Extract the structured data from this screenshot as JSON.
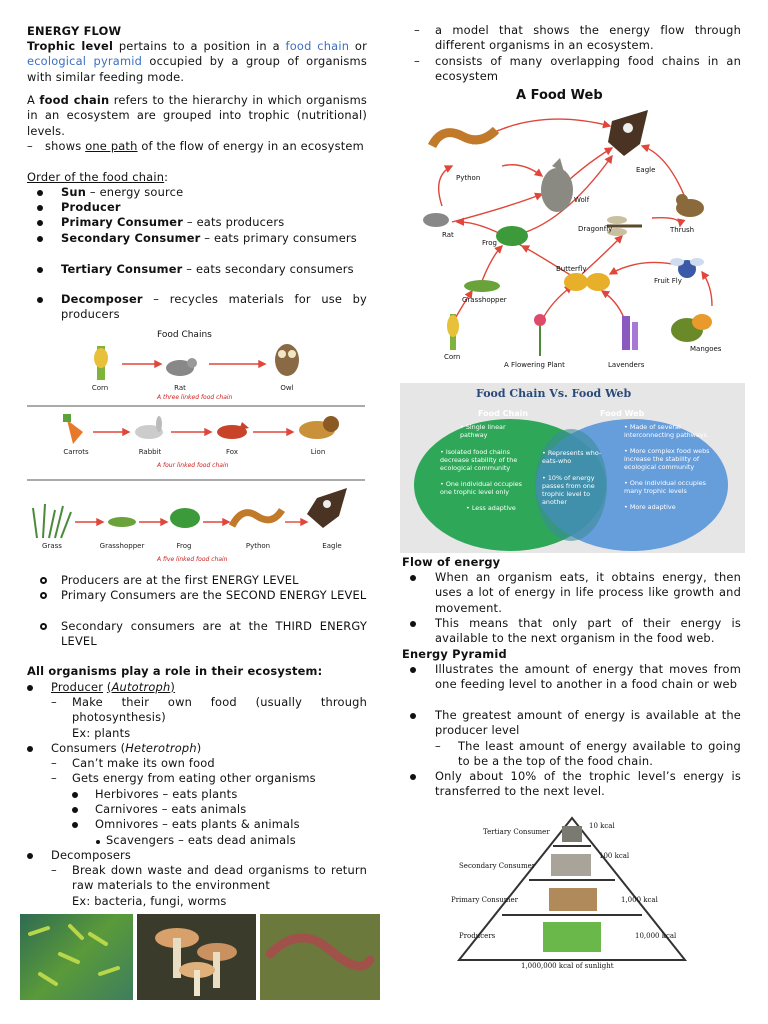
{
  "left": {
    "heading": "ENERGY FLOW",
    "trophic": {
      "term": "Trophic level",
      "p1": " pertains to a position in a ",
      "link1": "food chain",
      "p2": " or ",
      "link2": "ecological pyramid",
      "p3": " occupied by a group of organisms with similar feeding mode."
    },
    "foodchain": {
      "p1": "A ",
      "term": "food chain",
      "p2": " refers to the hierarchy in which organisms in an ecosystem are grouped into trophic (nutritional) levels.",
      "dash_pre": "shows ",
      "dash_u": "one path",
      "dash_post": " of the flow of energy in an ecosystem"
    },
    "order_heading": "Order of the food chain",
    "order_colon": ":",
    "order": [
      {
        "term": "Sun",
        "rest": " – energy source"
      },
      {
        "term": "Producer",
        "rest": ""
      },
      {
        "term": "Primary Consumer",
        "rest": " – eats producers"
      },
      {
        "term": "Secondary Consumer",
        "rest": " – eats primary consumers"
      },
      {
        "term": "Tertiary Consumer",
        "rest": " – eats secondary consumers"
      },
      {
        "term": "Decomposer",
        "rest": " – recycles materials for use by producers"
      }
    ],
    "food_chains_figure": {
      "title": "Food Chains",
      "chain1": [
        "Corn",
        "Rat",
        "Owl"
      ],
      "chain1_caption": "A three linked food chain",
      "chain2": [
        "Carrots",
        "Rabbit",
        "Fox",
        "Lion"
      ],
      "chain2_caption": "A four linked food chain",
      "chain3": [
        "Grass",
        "Grasshopper",
        "Frog",
        "Python",
        "Eagle"
      ],
      "chain3_caption": "A five linked food chain"
    },
    "levels": [
      "Producers are at the first ENERGY LEVEL",
      "Primary Consumers are the SECOND ENERGY LEVEL",
      "Secondary consumers are at the THIRD ENERGY LEVEL"
    ],
    "roles_heading": "All organisms play a role in their ecosystem:",
    "producer": {
      "label": "Producer",
      "paren_term": "Autotroph",
      "sub1": "Make their own food (usually through photosynthesis)",
      "sub1_ex": "Ex:  plants"
    },
    "consumers": {
      "label": "Consumers (",
      "paren_term": "Heterotroph",
      "close": ")",
      "sub1": "Can’t make its own food",
      "sub2": "Gets energy from eating other organisms",
      "types": [
        "Herbivores – eats plants",
        "Carnivores – eats animals",
        "Omnivores – eats plants & animals"
      ],
      "scavengers": "Scavengers – eats dead animals"
    },
    "decomposers": {
      "label": "Decomposers",
      "sub1": "Break down waste and dead organisms to return raw materials to the environment",
      "sub1_ex": "Ex:  bacteria, fungi, worms"
    }
  },
  "right": {
    "web_dashes": [
      "a model that shows the energy flow through different organisms in an ecosystem.",
      "consists of many overlapping food chains in an ecosystem"
    ],
    "food_web_figure": {
      "title": "A Food Web",
      "labels": {
        "python": "Python",
        "eagle": "Eagle",
        "wolf": "Wolf",
        "rat": "Rat",
        "frog": "Frog",
        "dragonfly": "Dragonfly",
        "thrush": "Thrush",
        "butterfly": "Butterfly",
        "fruitfly": "Fruit Fly",
        "grasshopper": "Grasshopper",
        "corn": "Corn",
        "plant": "A Flowering Plant",
        "lavenders": "Lavenders",
        "mangoes": "Mangoes"
      }
    },
    "venn": {
      "title": "Food Chain Vs. Food Web",
      "left_title": "Food Chain",
      "right_title": "Food Web",
      "left_items": [
        "Single linear pathway",
        "Isolated food chains decrease stability of the ecological community",
        "One individual occupies one trophic level only",
        "Less adaptive"
      ],
      "middle_items": [
        "Represents who-eats-who",
        "10% of energy passes from one trophic level to another"
      ],
      "right_items": [
        "Made of several interconnecting pathways",
        "More complex food webs increase the stability of ecological community",
        "One individual occupies many trophic levels",
        "More adaptive"
      ]
    },
    "flow_heading": "Flow of energy",
    "flow_items": [
      "When an organism eats, it obtains energy, then uses a lot of energy in life process like growth and movement.",
      "This means that only part of their energy is available to the next organism in the food web."
    ],
    "pyramid_heading": "Energy Pyramid",
    "pyramid_items": [
      "Illustrates the amount of energy that moves from one feeding level to another in a food chain or web",
      "The greatest amount of energy is available at the producer level"
    ],
    "pyramid_subdash": "The least amount of energy available to going to be a the top of the food chain.",
    "pyramid_item3": "Only about 10% of the trophic level’s energy is transferred to the next level.",
    "pyramid_figure": {
      "levels": [
        {
          "label": "Tertiary Consumer",
          "kcal": "10 kcal"
        },
        {
          "label": "Secondary Consumer",
          "kcal": "100 kcal"
        },
        {
          "label": "Primary Consumer",
          "kcal": "1,000 kcal"
        },
        {
          "label": "Producers",
          "kcal": "10,000 kcal"
        }
      ],
      "base": "1,000,000 kcal of sunlight"
    }
  },
  "colors": {
    "link": "#3b6fc2",
    "venn_green": "#2ea858",
    "venn_blue": "#4f8fd8",
    "arrow_red": "#e0463a"
  }
}
